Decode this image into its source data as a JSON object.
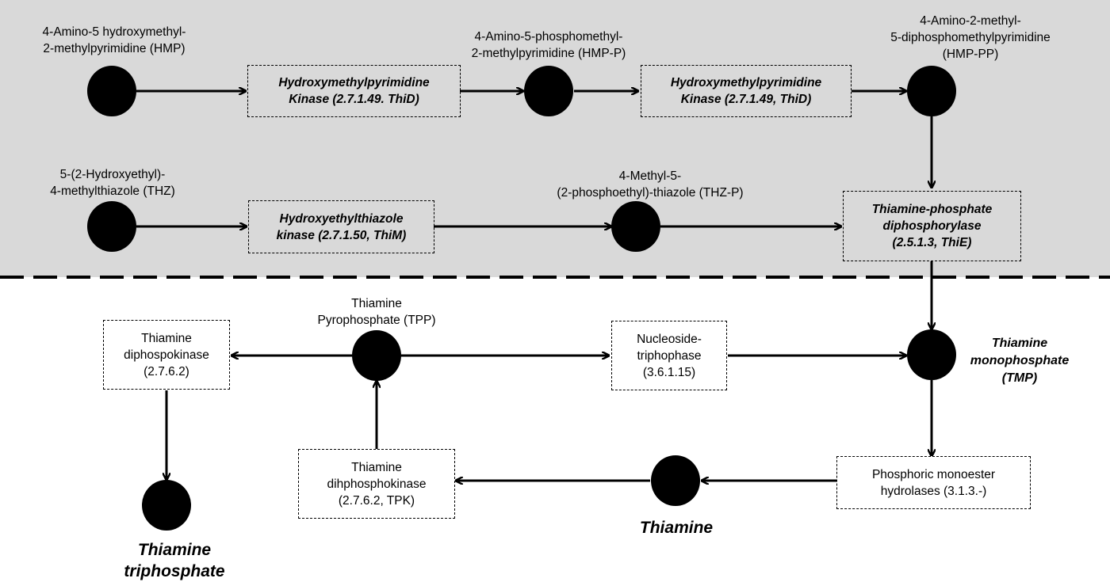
{
  "metabolites": {
    "hmp": [
      "4-Amino-5 hydroxymethyl-",
      "2-methylpyrimidine (HMP)"
    ],
    "hmp_p": [
      "4-Amino-5-phosphomethyl-",
      "2-methylpyrimidine (HMP-P)"
    ],
    "hmp_pp": [
      "4-Amino-2-methyl-",
      "5-diphosphomethylpyrimidine",
      "(HMP-PP)"
    ],
    "thz": [
      "5-(2-Hydroxyethyl)-",
      "4-methylthiazole (THZ)"
    ],
    "thz_p": [
      "4-Methyl-5-",
      "(2-phosphoethyl)-thiazole (THZ-P)"
    ],
    "tpp": [
      "Thiamine",
      "Pyrophosphate (TPP)"
    ],
    "tmp": [
      "Thiamine",
      "monophosphate",
      "(TMP)"
    ],
    "thiamine": "Thiamine",
    "ttp": [
      "Thiamine",
      "triphosphate"
    ]
  },
  "enzymes": {
    "thid_1": [
      "Hydroxymethylpyrimidine",
      "Kinase (2.7.1.49. ThiD)"
    ],
    "thid_2": [
      "Hydroxymethylpyrimidine",
      "Kinase (2.7.1.49, ThiD)"
    ],
    "thim": [
      "Hydroxyethylthiazole",
      "kinase (2.7.1.50, ThiM)"
    ],
    "thie": [
      "Thiamine-phosphate",
      "diphosphorylase",
      "(2.5.1.3, ThiE)"
    ],
    "diphosphokinase": [
      "Thiamine",
      "diphospokinase",
      "(2.7.6.2)"
    ],
    "ntpase": [
      "Nucleoside-",
      "triphophase",
      "(3.6.1.15)"
    ],
    "tpk": [
      "Thiamine",
      "dihphosphokinase",
      "(2.7.6.2, TPK)"
    ],
    "hydrolases": [
      "Phosphoric monoester",
      "hydrolases (3.1.3.-)"
    ]
  },
  "colors": {
    "upper_region": "#d9d9d9",
    "ink": "#000000"
  }
}
